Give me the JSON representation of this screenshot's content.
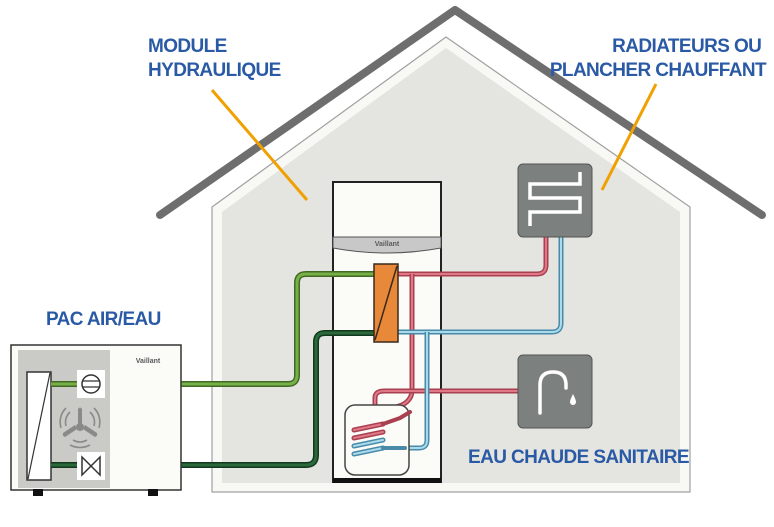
{
  "diagram": {
    "title": "Pompe à chaleur air/eau — schéma d'installation",
    "labels": {
      "module": [
        "MODULE",
        "HYDRAULIQUE"
      ],
      "radiators": [
        "RADIATEURS OU",
        "PLANCHER CHAUFFANT"
      ],
      "pac": "PAC AIR/EAU",
      "ecs": "EAU CHAUDE SANITAIRE"
    },
    "brand": "Vaillant",
    "components": [
      {
        "id": "pac",
        "name": "PAC air/eau (unité extérieure)",
        "icons": [
          "evaporator-icon",
          "compressor-icon",
          "fan-icon",
          "expansion-valve-icon"
        ]
      },
      {
        "id": "module",
        "name": "Module hydraulique",
        "icons": [
          "heat-exchanger-icon",
          "dhw-tank-icon"
        ]
      },
      {
        "id": "radiators",
        "name": "Radiateurs ou plancher chauffant",
        "icons": [
          "radiator-coil-icon"
        ]
      },
      {
        "id": "ecs",
        "name": "Eau chaude sanitaire",
        "icons": [
          "faucet-icon"
        ]
      }
    ],
    "colors": {
      "label_blue": "#2a5aa5",
      "leader_orange": "#f0a000",
      "pipe_light_green": "#6aa03a",
      "pipe_dark_green": "#1f5a30",
      "pipe_hot_red": "#d06070",
      "pipe_cold_blue": "#80c0d8",
      "exchanger_orange": "#e8893a",
      "roof_gray": "#6e6e6e",
      "house_fill": "#e4e4e0",
      "icon_box_gray": "#7c807e"
    }
  }
}
